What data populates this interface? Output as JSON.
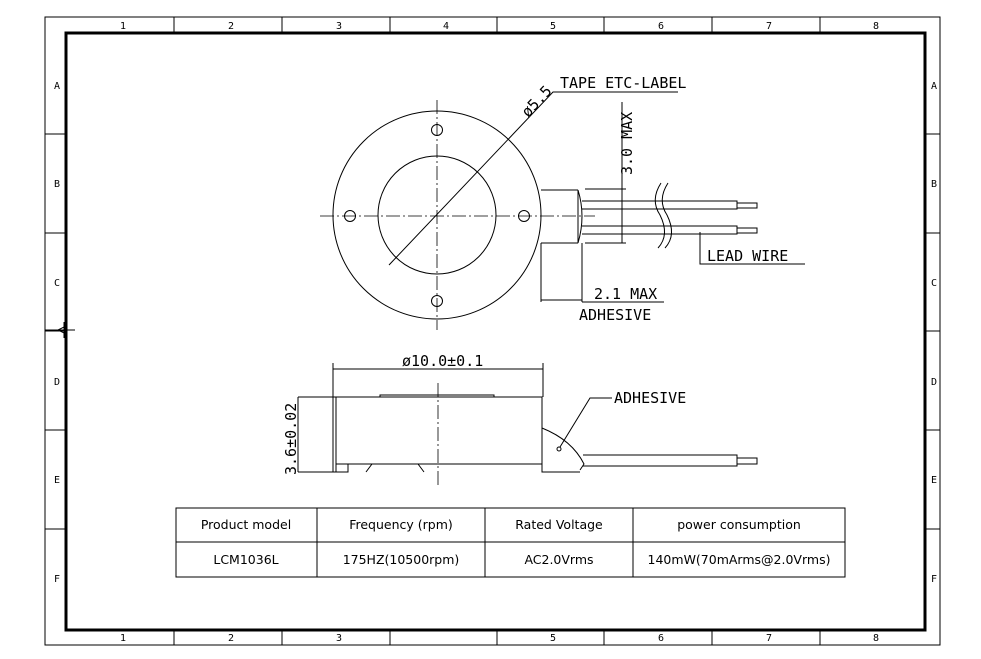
{
  "grid": {
    "columns": [
      "1",
      "2",
      "3",
      "4",
      "5",
      "6",
      "7",
      "8"
    ],
    "rows": [
      "A",
      "B",
      "C",
      "D",
      "E",
      "F"
    ]
  },
  "top_view": {
    "diameter_label": "ø5.5",
    "tape_label": "TAPE ETC-LABEL",
    "height_label": "3.0 MAX",
    "lead_wire_label": "LEAD WIRE",
    "adhesive_width_label": "2.1 MAX",
    "adhesive_label": "ADHESIVE"
  },
  "side_view": {
    "diameter_label": "ø10.0±0.1",
    "thickness_label": "3.6±0.02",
    "adhesive_label": "ADHESIVE"
  },
  "spec_table": {
    "headers": [
      "Product model",
      "Frequency (rpm)",
      "Rated Voltage",
      "power consumption"
    ],
    "row": [
      "LCM1036L",
      "175HZ(10500rpm)",
      "AC2.0Vrms",
      "140mW(70mArms@2.0Vrms)"
    ]
  }
}
